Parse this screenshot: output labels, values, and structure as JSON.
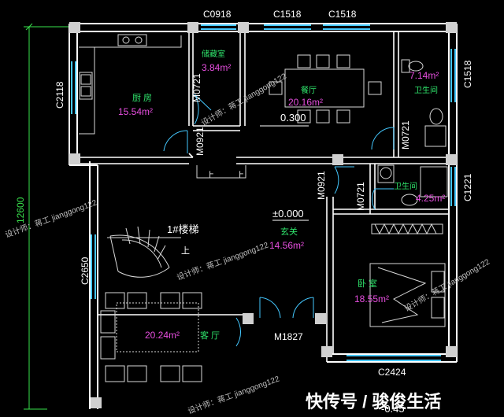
{
  "colors": {
    "background": "#000000",
    "wall": "#ffffff",
    "window": "#44c8ff",
    "dimension": "#39e34d",
    "room_name": "#2fe36b",
    "area": "#e84fe0",
    "furniture": "#d8d8d8"
  },
  "rooms": [
    {
      "id": "kitchen",
      "name": "厨 房",
      "area": "15.54m²"
    },
    {
      "id": "storage",
      "name": "储藏室",
      "area": "3.84m²"
    },
    {
      "id": "dining",
      "name": "餐厅",
      "area": "20.16m²"
    },
    {
      "id": "bath1",
      "name": "卫生间",
      "area": "7.14m²"
    },
    {
      "id": "bath2",
      "name": "卫生间",
      "area": "4.25m²"
    },
    {
      "id": "foyer",
      "name": "玄关",
      "area": "14.56m²"
    },
    {
      "id": "bedroom",
      "name": "卧 室",
      "area": "18.55m²"
    },
    {
      "id": "living",
      "name": "客 厅",
      "area": "20.24m²"
    }
  ],
  "window_codes": {
    "c0918": "C0918",
    "c1518a": "C1518",
    "c1518b": "C1518",
    "c1518c": "C1518",
    "c2118": "C2118",
    "c2650": "C2650",
    "c1221": "C1221",
    "c2424": "C2424"
  },
  "door_codes": {
    "m0721a": "M0721",
    "m0721b": "M0721",
    "m0721c": "M0721",
    "m0921a": "M0921",
    "m0921b": "M0921",
    "m1827": "M1827"
  },
  "elevations": {
    "ground": "±0.000",
    "dining": "0.300",
    "bottom": "-0.45"
  },
  "stair": {
    "label": "1#楼梯",
    "up_a": "上",
    "up_b": "上",
    "up_c": "上"
  },
  "dimension": {
    "total_height": "12600"
  },
  "watermarks": {
    "designer": "设计师：蒋工 jianggong122",
    "brand": "快传号 / 骏俊生活"
  },
  "icons": {
    "stove": "stove-icon",
    "sink": "sink-icon",
    "toilet": "toilet-icon",
    "dining_table": "dining-table-icon",
    "bed": "bed-icon",
    "sofa": "sofa-icon",
    "stair": "spiral-stair-icon"
  }
}
